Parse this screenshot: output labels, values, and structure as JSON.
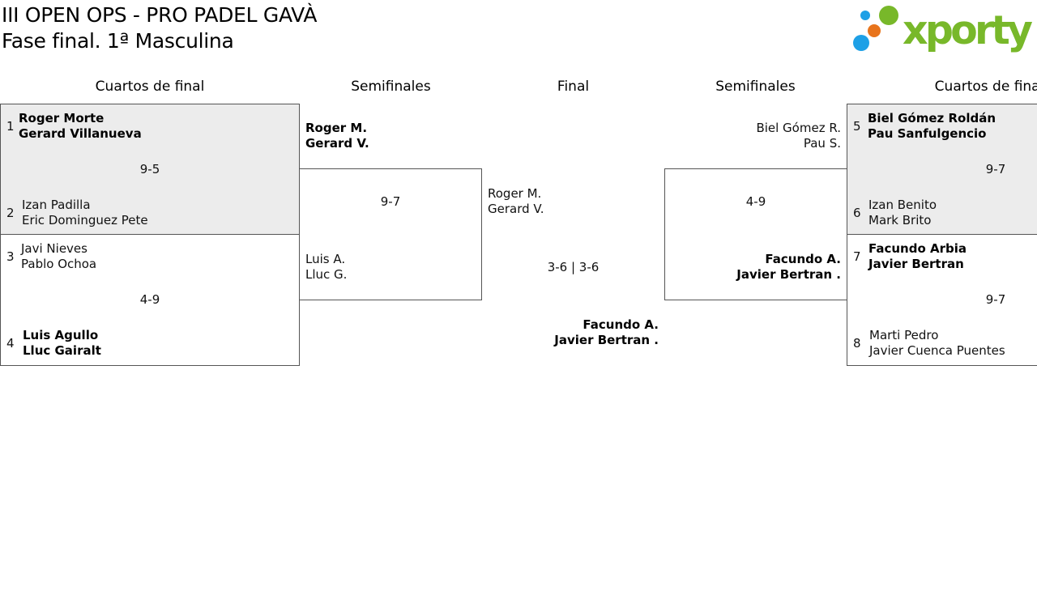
{
  "header": {
    "title": "III OPEN OPS - PRO PADEL GAVÀ",
    "subtitle": "Fase final. 1ª Masculina",
    "logo_text": "xporty",
    "logo_colors": {
      "green": "#78b82a",
      "blue": "#1ea0e6",
      "orange": "#e8741c"
    }
  },
  "rounds": {
    "qf_left": "Cuartos de final",
    "sf_left": "Semifinales",
    "final": "Final",
    "sf_right": "Semifinales",
    "qf_right": "Cuartos de final"
  },
  "qf": {
    "m1": {
      "seed_a": "1",
      "a1": "Roger Morte",
      "a2": "Gerard Villanueva",
      "score": "9-5",
      "seed_b": "2",
      "b1": "Izan Padilla",
      "b2": "Eric Dominguez Pete"
    },
    "m2": {
      "seed_a": "3",
      "a1": "Javi Nieves",
      "a2": "Pablo Ochoa",
      "score": "4-9",
      "seed_b": "4",
      "b1": "Luis Agullo",
      "b2": "Lluc Gairalt"
    },
    "m3": {
      "seed_a": "5",
      "a1": "Biel Gómez Roldán",
      "a2": "Pau Sanfulgencio",
      "score": "9-7",
      "seed_b": "6",
      "b1": "Izan Benito",
      "b2": "Mark Brito"
    },
    "m4": {
      "seed_a": "7",
      "a1": "Facundo Arbia",
      "a2": "Javier Bertran",
      "score": "9-7",
      "seed_b": "8",
      "b1": "Marti Pedro",
      "b2": "Javier Cuenca Puentes"
    }
  },
  "sf": {
    "left": {
      "a1": "Roger M.",
      "a2": "Gerard V.",
      "score": "9-7",
      "b1": "Luis A.",
      "b2": "Lluc G."
    },
    "right": {
      "a1": "Biel Gómez R.",
      "a2": "Pau S.",
      "score": "4-9",
      "b1": "Facundo A.",
      "b2": "Javier Bertran ."
    }
  },
  "final": {
    "a1": "Roger M.",
    "a2": "Gerard V.",
    "score": "3-6 | 3-6",
    "b1": "Facundo A.",
    "b2": "Javier Bertran ."
  }
}
